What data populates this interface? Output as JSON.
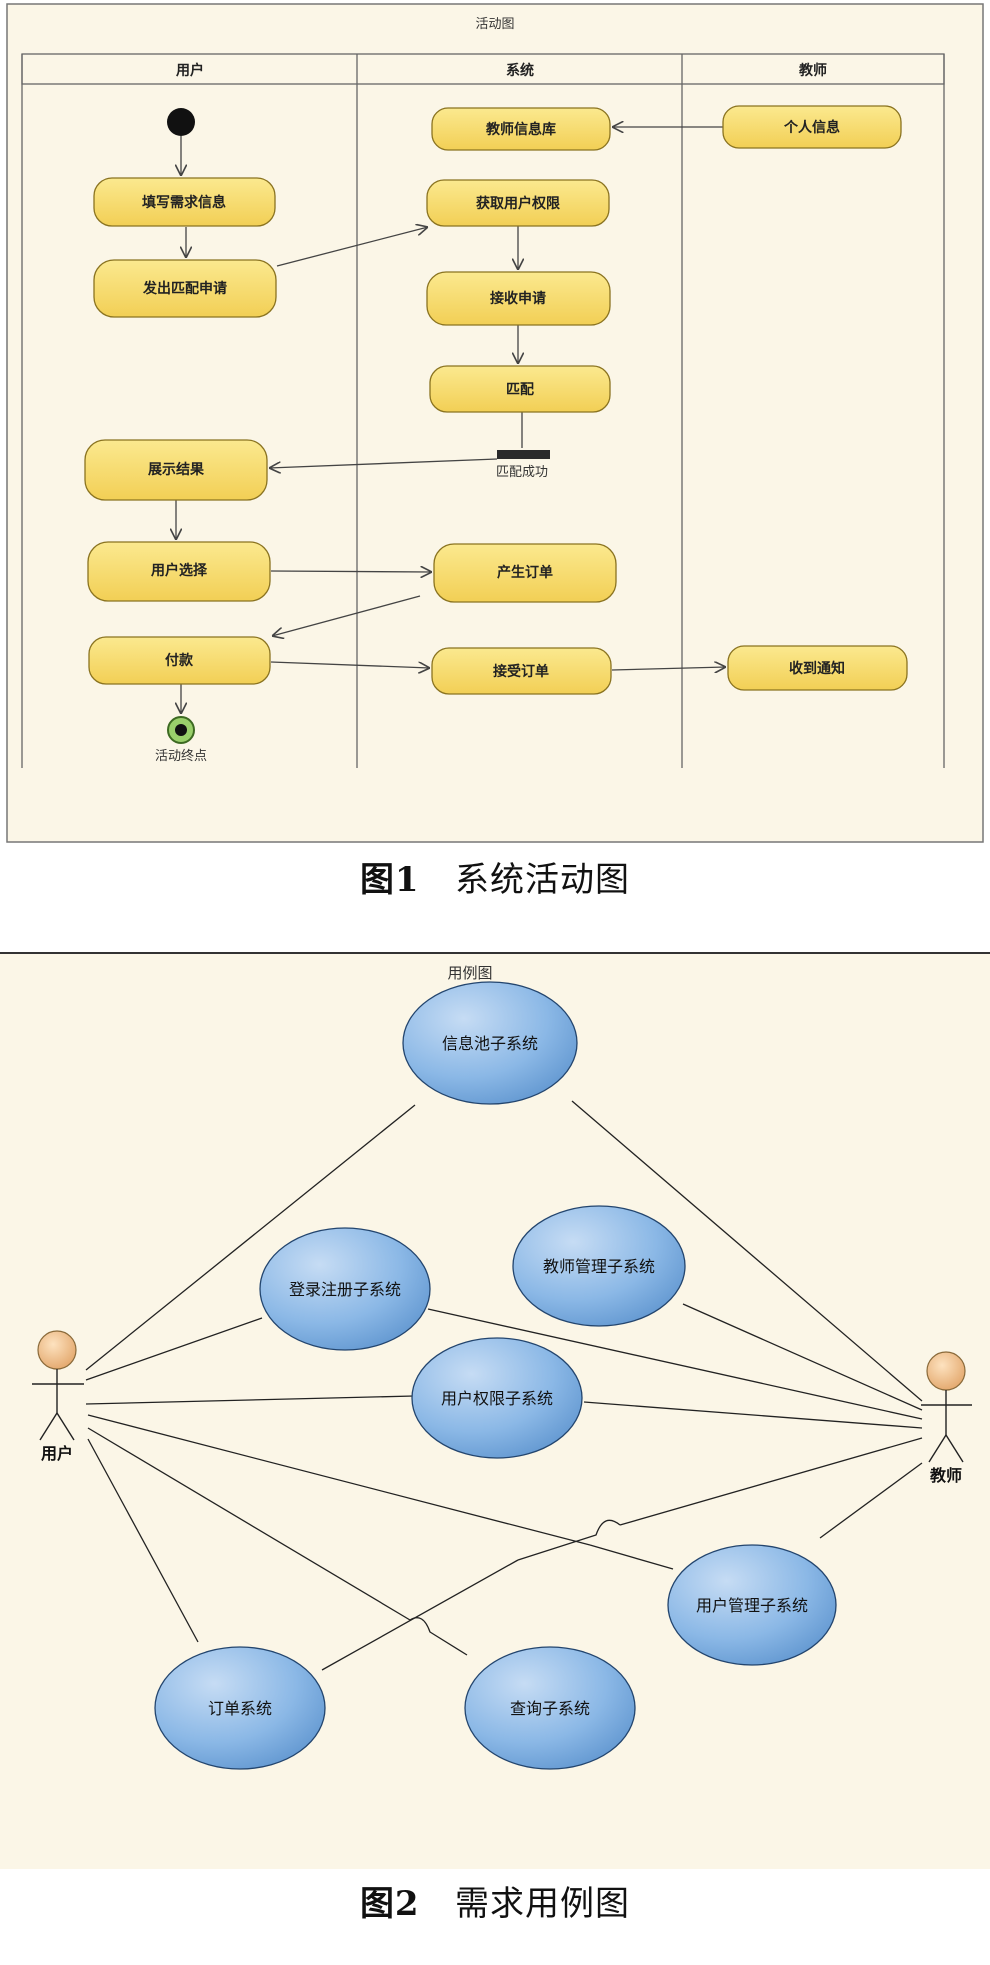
{
  "figure1": {
    "frame_title": "活动图",
    "caption_num": "图1",
    "caption_text": "系统活动图",
    "lanes": [
      "用户",
      "系统",
      "教师"
    ],
    "activities": [
      {
        "id": "fill",
        "label": "填写需求信息"
      },
      {
        "id": "send",
        "label": "发出匹配申请"
      },
      {
        "id": "teacherdb",
        "label": "教师信息库"
      },
      {
        "id": "perm",
        "label": "获取用户权限"
      },
      {
        "id": "recv",
        "label": "接收申请"
      },
      {
        "id": "match",
        "label": "匹配"
      },
      {
        "id": "show",
        "label": "展示结果"
      },
      {
        "id": "choose",
        "label": "用户选择"
      },
      {
        "id": "order",
        "label": "产生订单"
      },
      {
        "id": "pay",
        "label": "付款"
      },
      {
        "id": "accept",
        "label": "接受订单"
      },
      {
        "id": "info",
        "label": "个人信息"
      },
      {
        "id": "notify",
        "label": "收到通知"
      }
    ],
    "fork_label": "匹配成功",
    "end_label": "活动终点"
  },
  "figure2": {
    "frame_title": "用例图",
    "caption_num": "图2",
    "caption_text": "需求用例图",
    "actors": [
      {
        "id": "user",
        "label": "用户"
      },
      {
        "id": "teacher",
        "label": "教师"
      }
    ],
    "usecases": [
      {
        "id": "pool",
        "label": "信息池子系统"
      },
      {
        "id": "login",
        "label": "登录注册子系统"
      },
      {
        "id": "tmgr",
        "label": "教师管理子系统"
      },
      {
        "id": "perm",
        "label": "用户权限子系统"
      },
      {
        "id": "umgr",
        "label": "用户管理子系统"
      },
      {
        "id": "order",
        "label": "订单系统"
      },
      {
        "id": "query",
        "label": "查询子系统"
      }
    ]
  },
  "colors": {
    "activity_fill": "#f7dd6f",
    "activity_stroke": "#8a7320",
    "frame1_bg": "#fbf6e7",
    "frame2_bg": "#fbf6e7",
    "usecase_fill": "#86b5e6",
    "usecase_stroke": "#23456e",
    "actor_head": "#f2c18e",
    "end_green": "#8ccc5a"
  }
}
